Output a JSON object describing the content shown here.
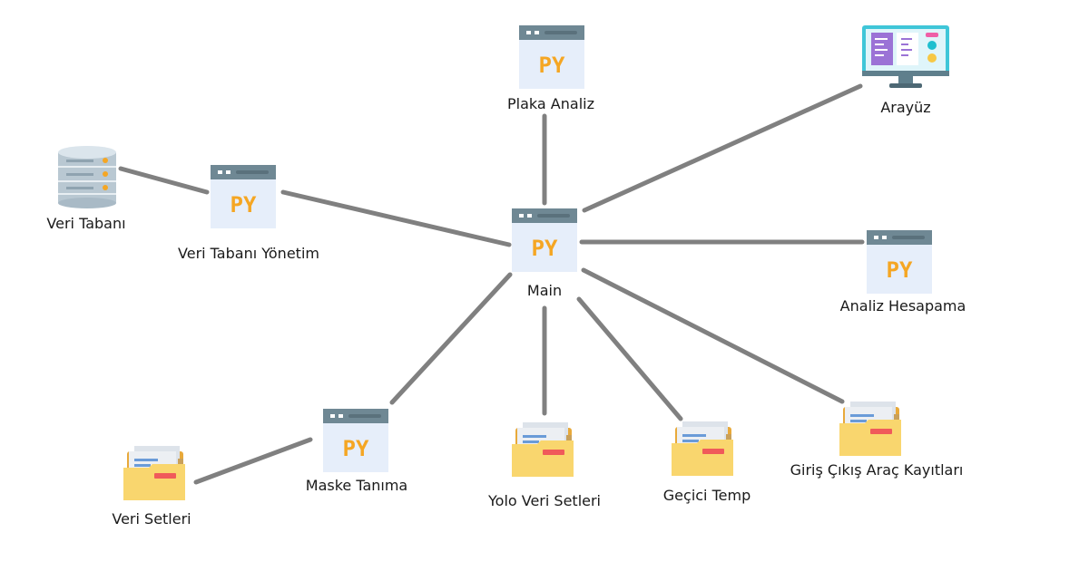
{
  "colors": {
    "edge": "#808080",
    "py_header": "#6f8894",
    "py_body": "#e6eefa",
    "py_text": "#f5a623",
    "folder": "#f9d66e",
    "folder_back": "#e8a93a",
    "paper": "#eceff3",
    "tag": "#f05a5a"
  },
  "nodes": {
    "main": {
      "label": "Main",
      "icon": "python-file-icon"
    },
    "plaka": {
      "label": "Plaka Analiz",
      "icon": "python-file-icon"
    },
    "arayuz": {
      "label": "Arayüz",
      "icon": "monitor-icon"
    },
    "veri_tabani_yonetim": {
      "label": "Veri Tabanı Yönetim",
      "icon": "python-file-icon"
    },
    "veri_tabani": {
      "label": "Veri Tabanı",
      "icon": "database-icon"
    },
    "analiz": {
      "label": "Analiz Hesapama",
      "icon": "python-file-icon"
    },
    "maske": {
      "label": "Maske Tanıma",
      "icon": "python-file-icon"
    },
    "veri_setleri": {
      "label": "Veri Setleri",
      "icon": "folder-icon"
    },
    "yolo": {
      "label": "Yolo Veri Setleri",
      "icon": "folder-icon"
    },
    "gecici": {
      "label": "Geçici Temp",
      "icon": "folder-icon"
    },
    "giris": {
      "label": "Giriş Çıkış Araç Kayıtları",
      "icon": "folder-icon"
    }
  },
  "py_icon_text": "PY",
  "edges": [
    [
      "main",
      "plaka"
    ],
    [
      "main",
      "arayuz"
    ],
    [
      "main",
      "veri_tabani_yonetim"
    ],
    [
      "veri_tabani_yonetim",
      "veri_tabani"
    ],
    [
      "main",
      "analiz"
    ],
    [
      "main",
      "maske"
    ],
    [
      "maske",
      "veri_setleri"
    ],
    [
      "main",
      "yolo"
    ],
    [
      "main",
      "gecici"
    ],
    [
      "main",
      "giris"
    ]
  ]
}
